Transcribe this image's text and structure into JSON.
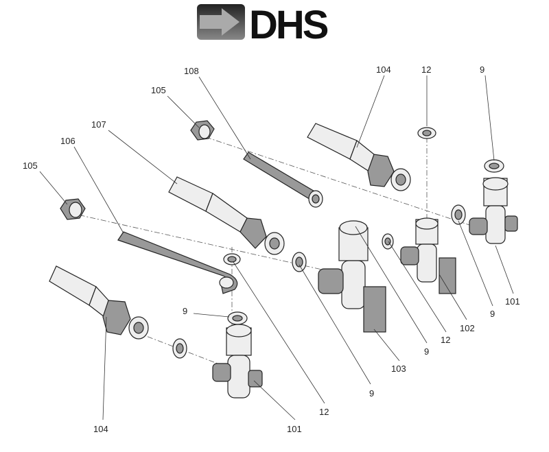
{
  "logo": {
    "text": "DHS",
    "icon": "arrow-right-icon"
  },
  "labels": [
    {
      "id": "108",
      "text": "108"
    },
    {
      "id": "105a",
      "text": "105"
    },
    {
      "id": "107",
      "text": "107"
    },
    {
      "id": "106",
      "text": "106"
    },
    {
      "id": "105b",
      "text": "105"
    },
    {
      "id": "104a",
      "text": "104"
    },
    {
      "id": "12a",
      "text": "12"
    },
    {
      "id": "9a",
      "text": "9"
    },
    {
      "id": "101a",
      "text": "101"
    },
    {
      "id": "9b",
      "text": "9"
    },
    {
      "id": "102",
      "text": "102"
    },
    {
      "id": "12b",
      "text": "12"
    },
    {
      "id": "9c",
      "text": "9"
    },
    {
      "id": "103",
      "text": "103"
    },
    {
      "id": "9d",
      "text": "9"
    },
    {
      "id": "12c",
      "text": "12"
    },
    {
      "id": "101b",
      "text": "101"
    },
    {
      "id": "9e",
      "text": "9"
    },
    {
      "id": "104b",
      "text": "104"
    }
  ]
}
